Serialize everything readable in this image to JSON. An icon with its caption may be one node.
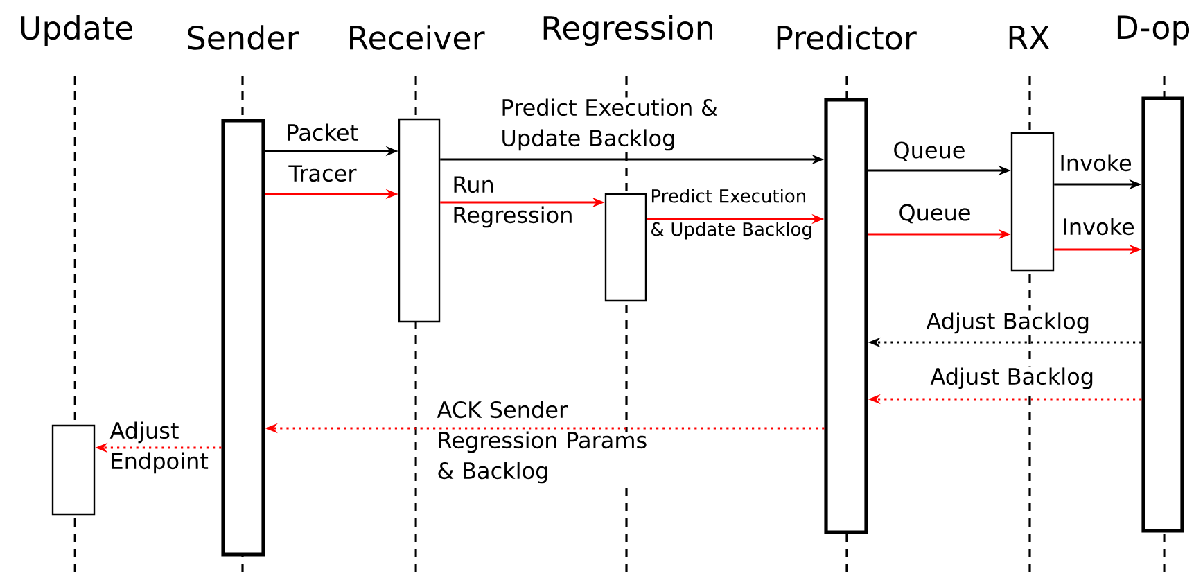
{
  "diagram": {
    "nodes": [
      {
        "text": [
          "Update"
        ]
      },
      {
        "text": [
          "Sender"
        ]
      },
      {
        "text": [
          "Receiver"
        ]
      },
      {
        "text": [
          "Regression"
        ]
      },
      {
        "text": [
          "Predictor"
        ]
      },
      {
        "text": [
          "RX"
        ]
      },
      {
        "text": [
          "D-op"
        ]
      },
      {
        "text": [],
        "shape": "box"
      },
      {
        "text": [],
        "shape": "box"
      },
      {
        "text": [],
        "shape": "box"
      },
      {
        "text": [],
        "shape": "box"
      },
      {
        "text": [],
        "shape": "box"
      },
      {
        "text": [],
        "shape": "box"
      },
      {
        "text": [],
        "shape": "box"
      }
    ],
    "edges": [
      {
        "from": 8,
        "to": 9,
        "arrow": "to",
        "label": "Packet",
        "color": "#000000"
      },
      {
        "from": 8,
        "to": 9,
        "arrow": "to",
        "label": "Tracer"
      },
      {
        "from": 9,
        "to": 11,
        "arrow": "to",
        "label": "Predict Execution & Update Backlog",
        "color": "#000000"
      },
      {
        "from": 9,
        "to": 10,
        "arrow": "to",
        "label": "Run Regression"
      },
      {
        "from": 10,
        "to": 11,
        "arrow": "to",
        "label": "Predict Execution & Update Backlog"
      },
      {
        "from": 11,
        "to": 12,
        "arrow": "to",
        "label": "Queue",
        "color": "#000000"
      },
      {
        "from": 11,
        "to": 12,
        "arrow": "to",
        "label": "Queue"
      },
      {
        "from": 12,
        "to": 13,
        "arrow": "to",
        "label": "Invoke",
        "color": "#000000"
      },
      {
        "from": 12,
        "to": 13,
        "arrow": "to",
        "label": "Invoke"
      },
      {
        "from": 13,
        "to": 11,
        "arrow": "to",
        "label": "Adjust Backlog",
        "style": "dashed",
        "color": "#000000"
      },
      {
        "from": 13,
        "to": 11,
        "arrow": "to",
        "label": "Adjust Backlog",
        "style": "dashed"
      },
      {
        "from": 11,
        "to": 8,
        "arrow": "to",
        "label": "ACK Sender Regression Params & Backlog",
        "style": "dashed"
      },
      {
        "from": 8,
        "to": 7,
        "arrow": "to",
        "label": "Adjust Endpoint",
        "style": "dashed"
      }
    ]
  }
}
